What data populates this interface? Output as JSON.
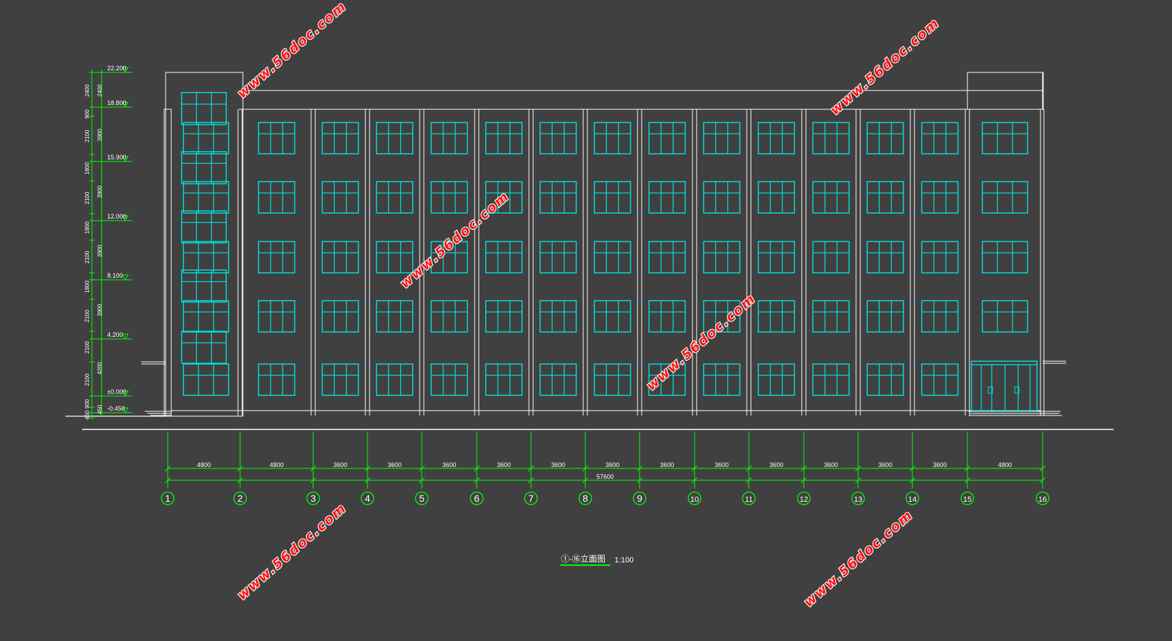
{
  "drawing": {
    "title": "①-⑯立面图",
    "scale": "1:100",
    "title_underline_color": "#00ff00"
  },
  "colors": {
    "background": "#404040",
    "outline": "#ffffff",
    "window": "#00e5e5",
    "dimension": "#00ff00",
    "watermark": "#ff1414"
  },
  "watermark_text": "www.56doc.com",
  "elevation_marks": [
    "22.200",
    "18.800",
    "15.900",
    "12.000",
    "8.100",
    "4.200",
    "±0.000",
    "-0.450"
  ],
  "vertical_dims": {
    "outer": [
      "2400",
      "900",
      "2100",
      "1800",
      "2100",
      "1800",
      "2100",
      "1800",
      "2100",
      "2100",
      "2100",
      "900",
      "450"
    ],
    "inner": [
      "2400",
      "3900",
      "3900",
      "3900",
      "3900",
      "4200",
      "450"
    ]
  },
  "grid_axes": [
    "1",
    "2",
    "3",
    "4",
    "5",
    "6",
    "7",
    "8",
    "9",
    "10",
    "11",
    "12",
    "13",
    "14",
    "15",
    "16"
  ],
  "bay_dimensions": [
    "4800",
    "4800",
    "3600",
    "3600",
    "3600",
    "3600",
    "3600",
    "3600",
    "3600",
    "3600",
    "3600",
    "3600",
    "3600",
    "3600",
    "4800"
  ],
  "total_length": "57600",
  "building": {
    "floors": 5,
    "window_bays": 15
  }
}
